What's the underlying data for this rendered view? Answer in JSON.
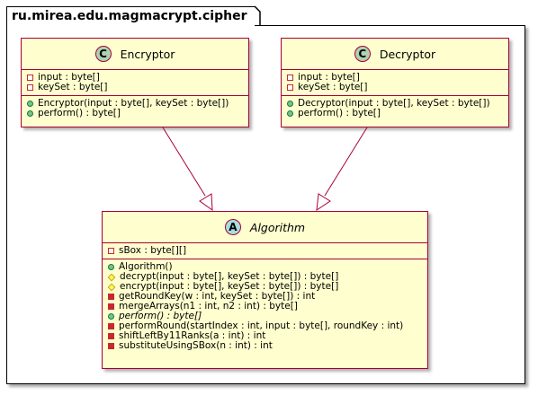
{
  "package": {
    "name": "ru.mirea.edu.magmacrypt.cipher"
  },
  "colors": {
    "class_bg": "#FEFECE",
    "border": "#A80036",
    "arrow": "#A80036",
    "class_stereo": "#ADD1B2",
    "abstract_stereo": "#A9DCDF"
  },
  "classes": [
    {
      "name": "Encryptor",
      "stereotype": "C",
      "abstract": false,
      "fields": [
        {
          "vis": "private",
          "text": "input : byte[]"
        },
        {
          "vis": "private",
          "text": "keySet : byte[]"
        }
      ],
      "methods": [
        {
          "vis": "public",
          "text": "Encryptor(input : byte[], keySet : byte[])"
        },
        {
          "vis": "public",
          "text": "perform() : byte[]"
        }
      ]
    },
    {
      "name": "Decryptor",
      "stereotype": "C",
      "abstract": false,
      "fields": [
        {
          "vis": "private",
          "text": "input : byte[]"
        },
        {
          "vis": "private",
          "text": "keySet : byte[]"
        }
      ],
      "methods": [
        {
          "vis": "public",
          "text": "Decryptor(input : byte[], keySet : byte[])"
        },
        {
          "vis": "public",
          "text": "perform() : byte[]"
        }
      ]
    },
    {
      "name": "Algorithm",
      "stereotype": "A",
      "abstract": true,
      "fields": [
        {
          "vis": "private",
          "text": "sBox : byte[][]"
        }
      ],
      "methods": [
        {
          "vis": "public",
          "text": "Algorithm()"
        },
        {
          "vis": "protected",
          "text": "decrypt(input : byte[], keySet : byte[]) : byte[]"
        },
        {
          "vis": "protected",
          "text": "encrypt(input : byte[], keySet : byte[]) : byte[]"
        },
        {
          "vis": "private-m",
          "text": "getRoundKey(w : int, keySet : byte[]) : int"
        },
        {
          "vis": "private-m",
          "text": "mergeArrays(n1 : int, n2 : int) : byte[]"
        },
        {
          "vis": "public",
          "text": "perform() : byte[]",
          "italic": true
        },
        {
          "vis": "private-m",
          "text": "performRound(startIndex : int, input : byte[], roundKey : int)"
        },
        {
          "vis": "private-m",
          "text": "shiftLeftBy11Ranks(a : int) : int"
        },
        {
          "vis": "private-m",
          "text": "substituteUsingSBox(n : int) : int"
        }
      ]
    }
  ],
  "relations": [
    {
      "from": "Encryptor",
      "to": "Algorithm",
      "type": "inheritance"
    },
    {
      "from": "Decryptor",
      "to": "Algorithm",
      "type": "inheritance"
    }
  ]
}
